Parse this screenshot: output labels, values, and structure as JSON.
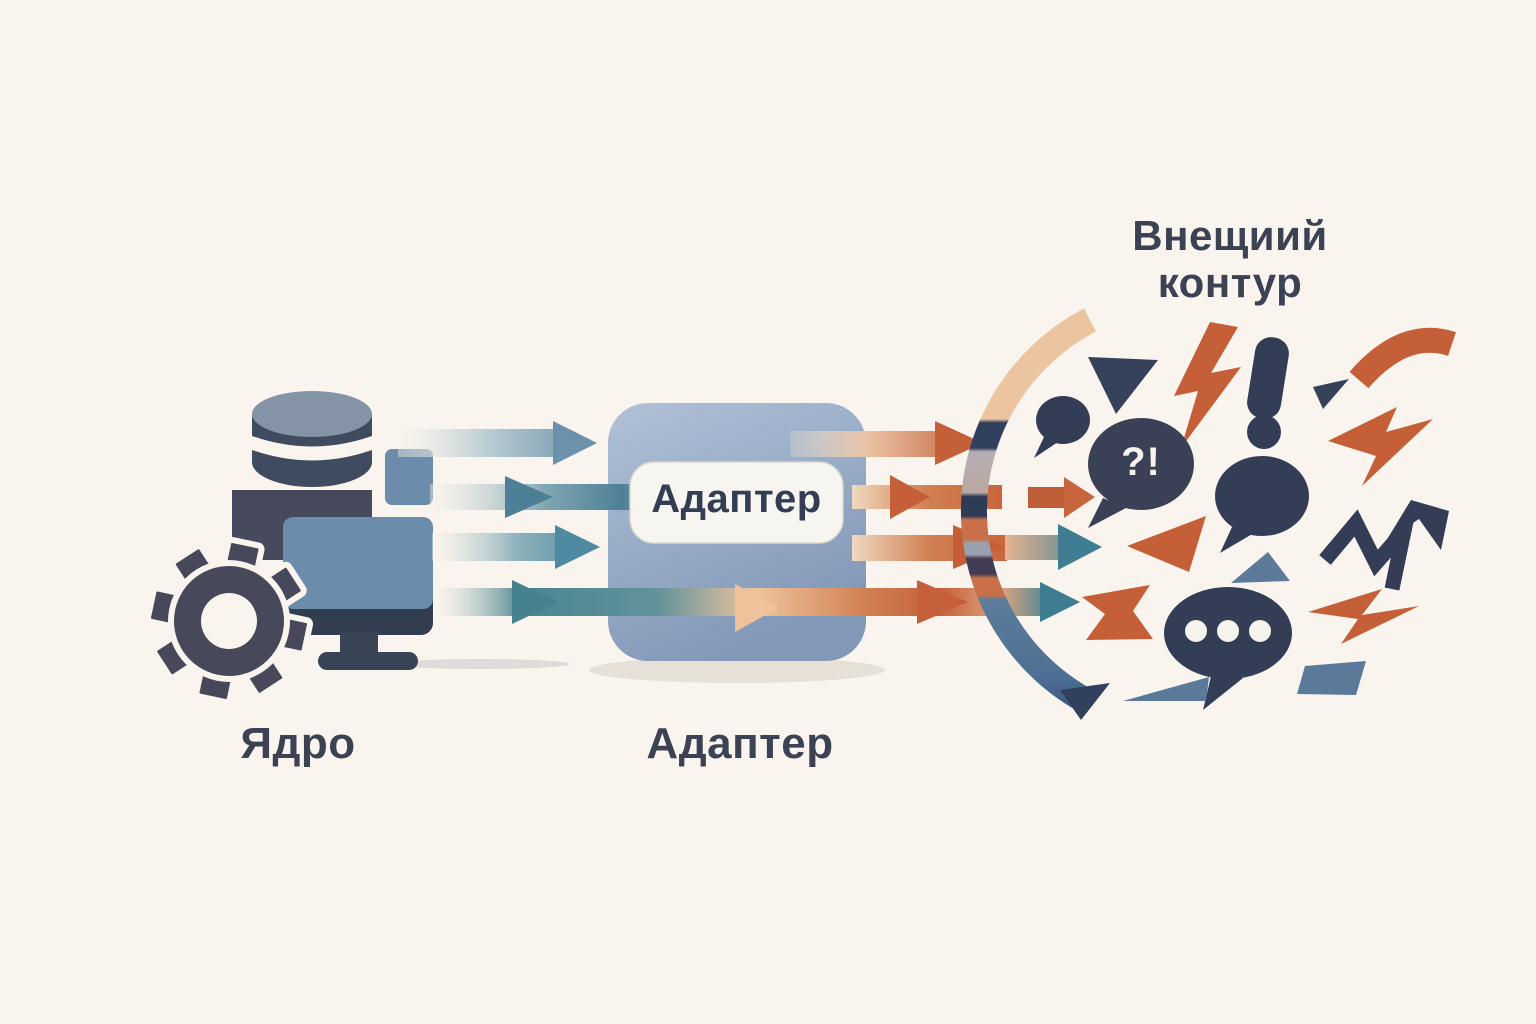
{
  "diagram": {
    "background_color": "#f9f4ee",
    "core": {
      "label": "Ядро",
      "icons": [
        "database-icon",
        "monitor-icon",
        "gear-icon",
        "module-square-icon"
      ]
    },
    "adapter": {
      "box_label": "Адаптер",
      "caption": "Адаптер"
    },
    "outer_contour": {
      "label_line1": "Внещиий",
      "label_line2": "контур",
      "speech_bubble_text": "?!",
      "icons": [
        "warning-triangle-icon",
        "lightning-bolt-icon",
        "exclamation-icon",
        "interrobang-bubble-icon",
        "speech-bubble-icon",
        "typing-bubble-icon",
        "zigzag-icon",
        "arc-fragment-icon",
        "shard-icon"
      ]
    },
    "flows": {
      "inbound_arrows": 4,
      "outbound_arrows": 4,
      "inbound_color": "#4d7f94",
      "outbound_color": "#c45f38"
    },
    "colors": {
      "navy": "#333d56",
      "steel_blue": "#5b7a99",
      "screen_blue": "#6b8cab",
      "teal": "#3f7d92",
      "orange": "#c45f38",
      "peach": "#ecc5a0",
      "adapter_top": "#aec0d6",
      "adapter_bottom": "#8096b6",
      "text": "#3a4254"
    }
  }
}
